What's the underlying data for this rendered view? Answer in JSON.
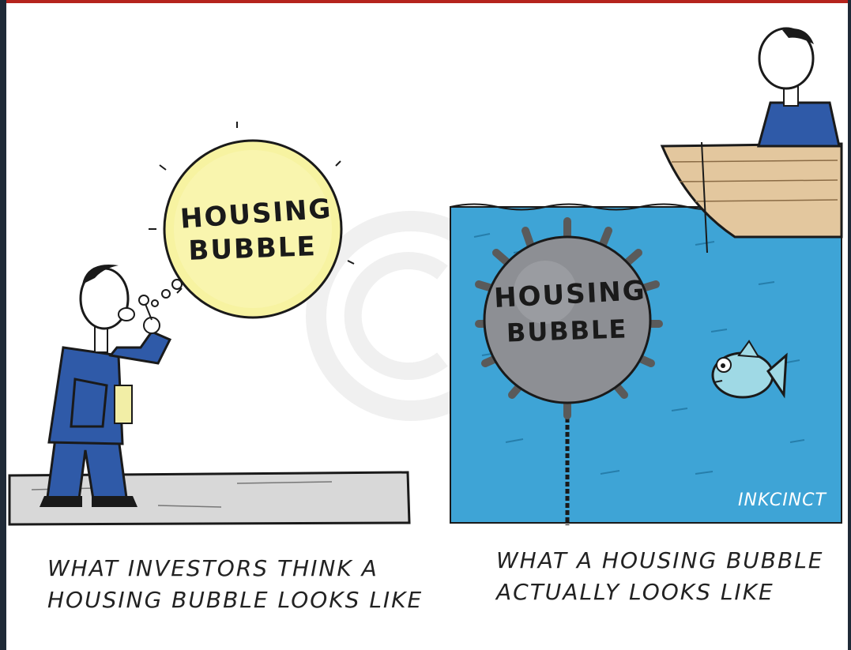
{
  "colors": {
    "frame_top": "#b5241d",
    "frame_side": "#1f2a37",
    "water": "#3ea4d6",
    "bubble_fill": "#f7f3a1",
    "mine_fill": "#8d8f94",
    "suit": "#2f5aa8",
    "boat": "#e3c79e",
    "ground": "#d8d8d8",
    "ink": "#1a1a1a"
  },
  "left_panel": {
    "bubble_line1": "HOUSING",
    "bubble_line2": "BUBBLE",
    "caption_line1": "WHAT INVESTORS THINK A",
    "caption_line2": "HOUSING BUBBLE LOOKS LIKE"
  },
  "right_panel": {
    "mine_line1": "HOUSING",
    "mine_line2": "BUBBLE",
    "signature": "INKCINCT",
    "caption_line1": "WHAT A HOUSING BUBBLE",
    "caption_line2": "ACTUALLY LOOKS LIKE"
  }
}
